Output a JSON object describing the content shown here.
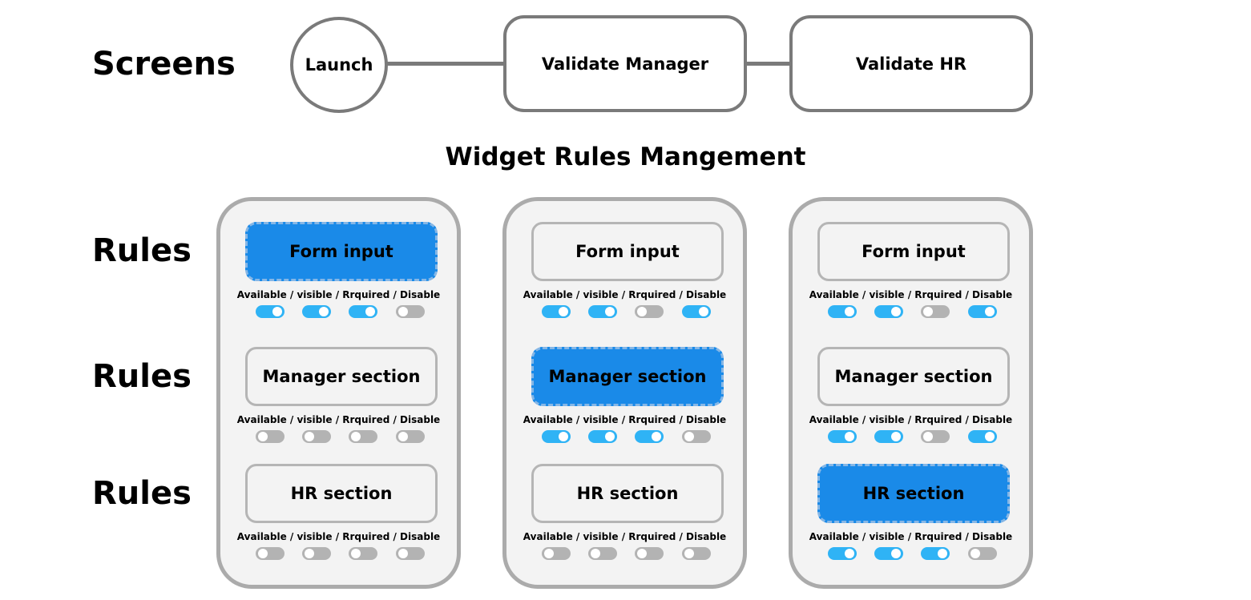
{
  "labels": {
    "screens": "Screens",
    "rules": [
      "Rules",
      "Rules",
      "Rules"
    ]
  },
  "screens": [
    {
      "label": "Launch",
      "shape": "circle"
    },
    {
      "label": "Validate Manager",
      "shape": "rounded-rect"
    },
    {
      "label": "Validate HR",
      "shape": "rounded-rect"
    }
  ],
  "title": "Widget Rules Mangement",
  "toggle_caption": "Available / visible / Rrquired / Disable",
  "colors": {
    "selected": "#1a8ae8",
    "toggle_on": "#2fb3f5",
    "toggle_off": "#b3b3b3",
    "connector": "#7a7a7a",
    "column_border": "#ababab",
    "column_fill": "#f3f3f3"
  },
  "columns": [
    {
      "widgets": [
        {
          "label": "Form input",
          "selected": true,
          "toggles": [
            true,
            true,
            true,
            false
          ]
        },
        {
          "label": "Manager section",
          "selected": false,
          "toggles": [
            false,
            false,
            false,
            false
          ]
        },
        {
          "label": "HR section",
          "selected": false,
          "toggles": [
            false,
            false,
            false,
            false
          ]
        }
      ]
    },
    {
      "widgets": [
        {
          "label": "Form input",
          "selected": false,
          "toggles": [
            true,
            true,
            false,
            true
          ]
        },
        {
          "label": "Manager section",
          "selected": true,
          "toggles": [
            true,
            true,
            true,
            false
          ]
        },
        {
          "label": "HR section",
          "selected": false,
          "toggles": [
            false,
            false,
            false,
            false
          ]
        }
      ]
    },
    {
      "widgets": [
        {
          "label": "Form input",
          "selected": false,
          "toggles": [
            true,
            true,
            false,
            true
          ]
        },
        {
          "label": "Manager section",
          "selected": false,
          "toggles": [
            true,
            true,
            false,
            true
          ]
        },
        {
          "label": "HR section",
          "selected": true,
          "toggles": [
            true,
            true,
            true,
            false
          ]
        }
      ]
    }
  ]
}
